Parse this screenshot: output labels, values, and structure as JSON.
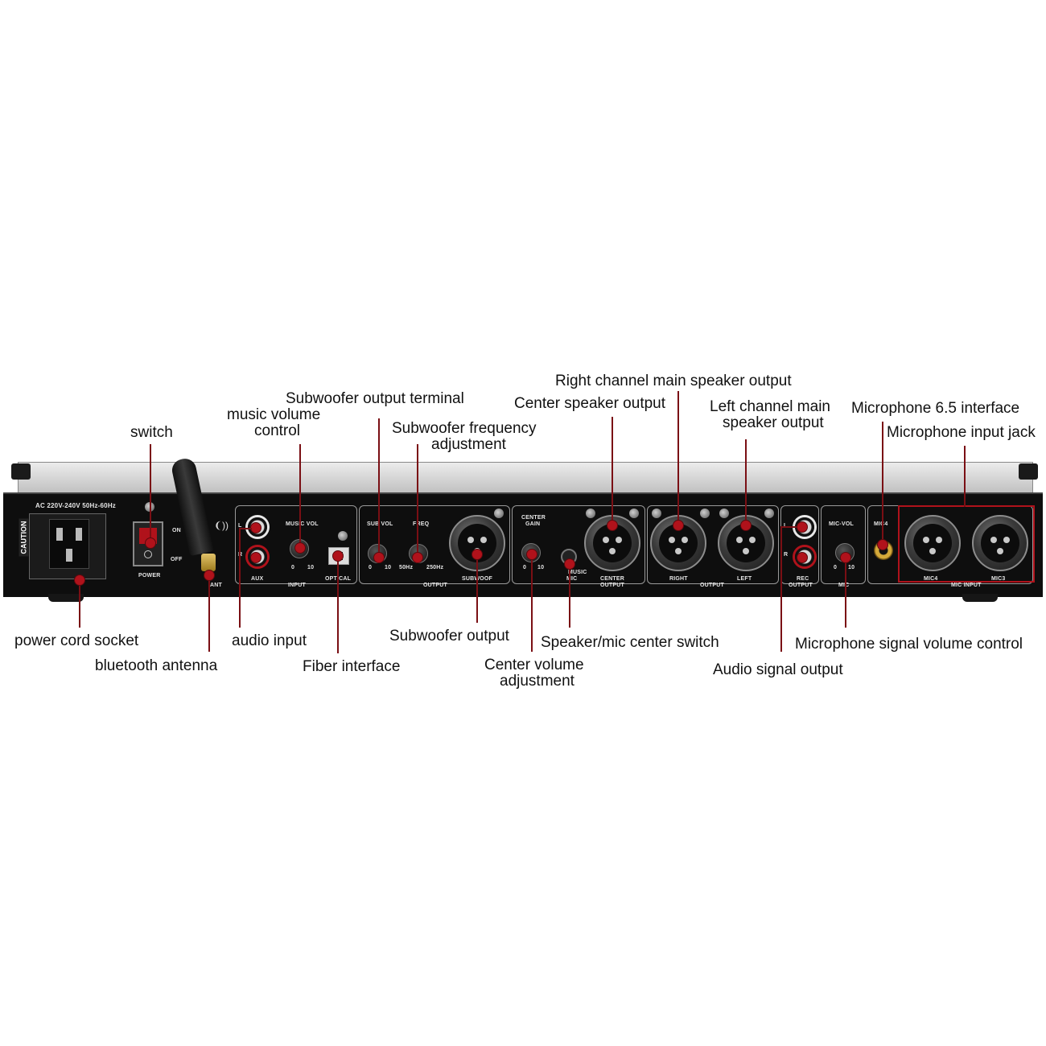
{
  "callouts": {
    "switch": "switch",
    "music_volume_l1": "music volume",
    "music_volume_l2": "control",
    "subwoofer_output_terminal": "Subwoofer output terminal",
    "subwoofer_freq_l1": "Subwoofer frequency",
    "subwoofer_freq_l2": "adjustment",
    "right_channel": "Right channel main speaker output",
    "center_speaker": "Center speaker output",
    "left_channel_l1": "Left channel main",
    "left_channel_l2": "speaker output",
    "mic_65": "Microphone 6.5 interface",
    "mic_input_jack": "Microphone input jack",
    "power_cord": "power cord socket",
    "bluetooth": "bluetooth antenna",
    "audio_input": "audio input",
    "fiber": "Fiber interface",
    "subwoofer_output": "Subwoofer output",
    "center_volume_l1": "Center volume",
    "center_volume_l2": "adjustment",
    "speaker_mic_switch": "Speaker/mic center switch",
    "audio_signal_output": "Audio signal output",
    "mic_signal_volume": "Microphone signal volume control"
  },
  "panel": {
    "rating": "AC 220V-240V  50Hz-60Hz",
    "caution": "CAUTION",
    "on": "ON",
    "off": "OFF",
    "power": "POWER",
    "ant": "ANT",
    "l": "L",
    "r": "R",
    "aux": "AUX",
    "music_vol": "MUSIC VOL",
    "zero": "0",
    "ten": "10",
    "input": "INPUT",
    "optical": "OPTICAL",
    "sub_vol": "SUB VOL",
    "freq": "FREQ",
    "hz50": "50Hz",
    "hz250": "250Hz",
    "output": "OUTPUT",
    "subwoof": "SUBWOOF",
    "center_gain_l1": "CENTER",
    "center_gain_l2": "GAIN",
    "music": "MUSIC",
    "mic": "MIC",
    "center_output_l1": "CENTER",
    "center_output_l2": "OUTPUT",
    "right": "RIGHT",
    "left": "LEFT",
    "rec": "REC",
    "mic_vol": "MIC-VOL",
    "mic4_jack": "MIC4",
    "mic4": "MIC4",
    "mic3": "MIC3",
    "mic_input": "MIC INPUT"
  },
  "colors": {
    "accent": "#b0121b",
    "panel": "#101010",
    "chassis_top": "#cfcfcf"
  }
}
